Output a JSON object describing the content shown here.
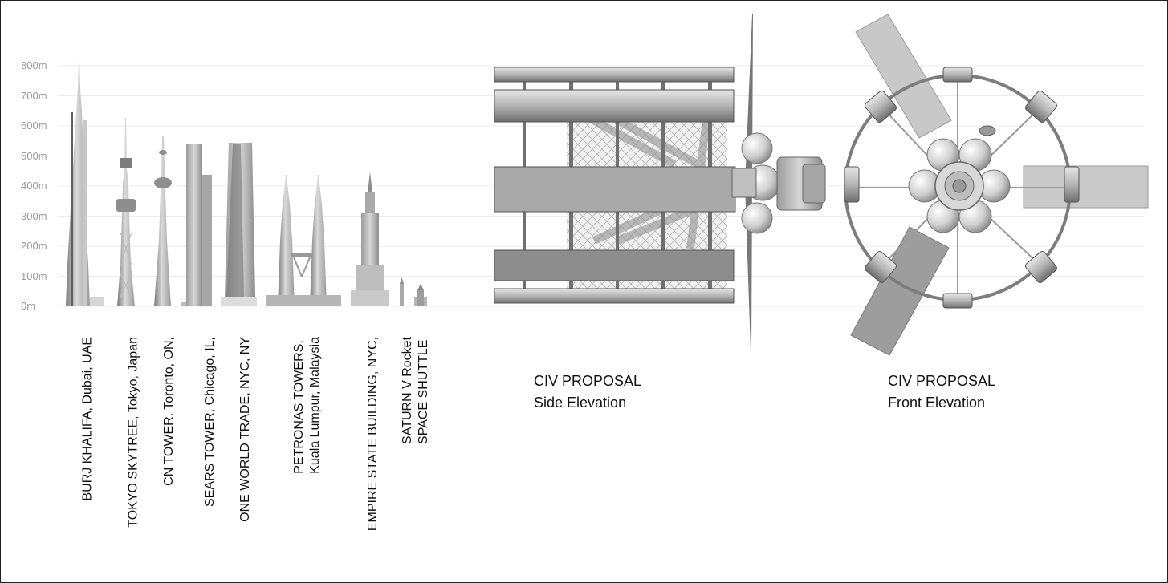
{
  "chart_data": {
    "type": "bar",
    "ylim": [
      0,
      800
    ],
    "yticks": [
      "0m",
      "100m",
      "200m",
      "300m",
      "400m",
      "500m",
      "600m",
      "700m",
      "800m"
    ],
    "grid": true,
    "categories": [
      "BURJ KHALIFA, Dubai, UAE",
      "TOKYO SKYTREE, Tokyo, Japan",
      "CN TOWER. Toronto, ON,",
      "SEARS TOWER, Chicago, IL,",
      "ONE WORLD TRADE, NYC, NY",
      "PETRONAS TOWERS,\nKuala Lumpur, Malaysia",
      "EMPIRE STATE BUILDING, NYC,",
      "SATURN V Rocket\nSPACE SHUTTLE"
    ],
    "values": [
      820,
      634,
      553,
      545,
      541,
      450,
      443,
      111
    ]
  },
  "captions": {
    "side": {
      "line1": "CIV PROPOSAL",
      "line2": "Side Elevation"
    },
    "front": {
      "line1": "CIV PROPOSAL",
      "line2": "Front Elevation"
    }
  }
}
